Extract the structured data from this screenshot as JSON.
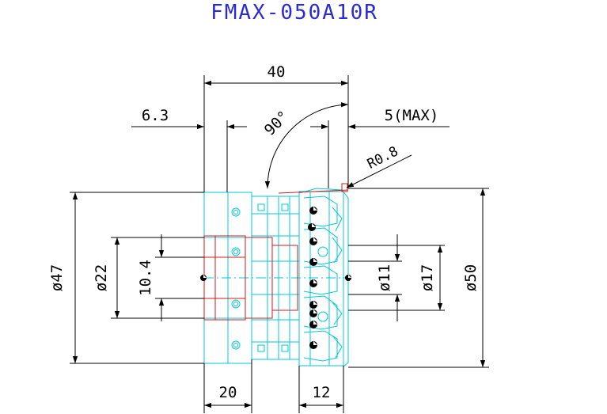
{
  "title": "FMAX-050A10R",
  "dimensions": {
    "overall_length": "40",
    "flange_thickness": "6.3",
    "angle": "90°",
    "max_depth": "5(MAX)",
    "corner_radius": "R0.8",
    "dia_47": "ø47",
    "dia_22": "ø22",
    "key_width": "10.4",
    "dia_11": "ø11",
    "dia_17": "ø17",
    "dia_50": "ø50",
    "hub_length": "20",
    "head_length": "12"
  },
  "colors": {
    "title": "#2b2bd6",
    "dimension": "#000000",
    "body": "#00c8d8",
    "detail": "#d01818",
    "background": "#ffffff"
  }
}
